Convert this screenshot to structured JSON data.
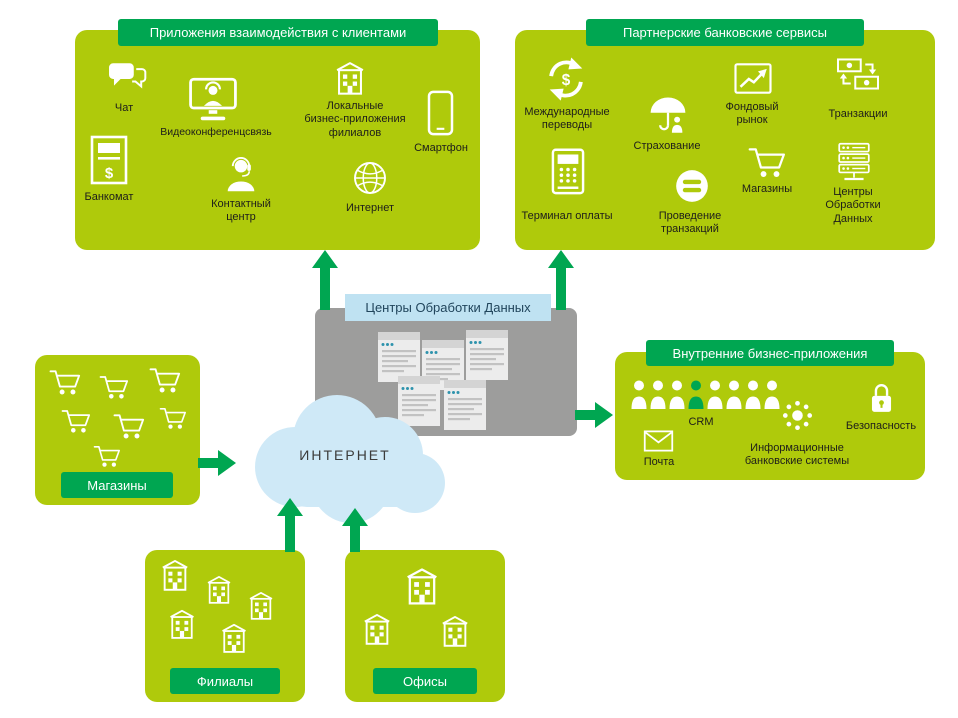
{
  "colors": {
    "box_green": "#afca0b",
    "badge_green": "#00a651",
    "arrow_green": "#00a651",
    "gray_box": "#9d9d9c",
    "cloud_blue": "#cfe9f7",
    "dc_label_bg": "#bfe2f2",
    "label_text": "#1d1d1b",
    "icon_white": "#ffffff",
    "crm_highlight": "#00a651",
    "server_dot": "#2e93ad"
  },
  "icons": {
    "dollar": "$"
  },
  "customer_apps": {
    "title": "Приложения взаимодействия с клиентами",
    "chat": "Чат",
    "video": "Видеоконференцсвязь",
    "local_apps": "Локальные\nбизнес-приложения\nфилиалов",
    "smartphone": "Смартфон",
    "atm": "Банкомат",
    "contact_center": "Контактный\nцентр",
    "internet": "Интернет"
  },
  "partner_services": {
    "title": "Партнерские банковские сервисы",
    "transfers": "Международные\nпереводы",
    "insurance": "Страхование",
    "stock_market": "Фондовый\nрынок",
    "transactions": "Транзакции",
    "payment_terminal": "Терминал оплаты",
    "processing": "Проведение\nтранзакций",
    "shops": "Магазины",
    "data_centers": "Центры\nОбработки\nДанных"
  },
  "internal_apps": {
    "title": "Внутренние бизнес-приложения",
    "crm": "CRM",
    "security": "Безопасность",
    "mail": "Почта",
    "info_systems": "Информационные\nбанковские системы"
  },
  "center": {
    "datacenter_label": "Центры Обработки Данных",
    "internet_label": "ИНТЕРНЕТ"
  },
  "nodes": {
    "shops": "Магазины",
    "branches": "Филиалы",
    "offices": "Офисы"
  }
}
